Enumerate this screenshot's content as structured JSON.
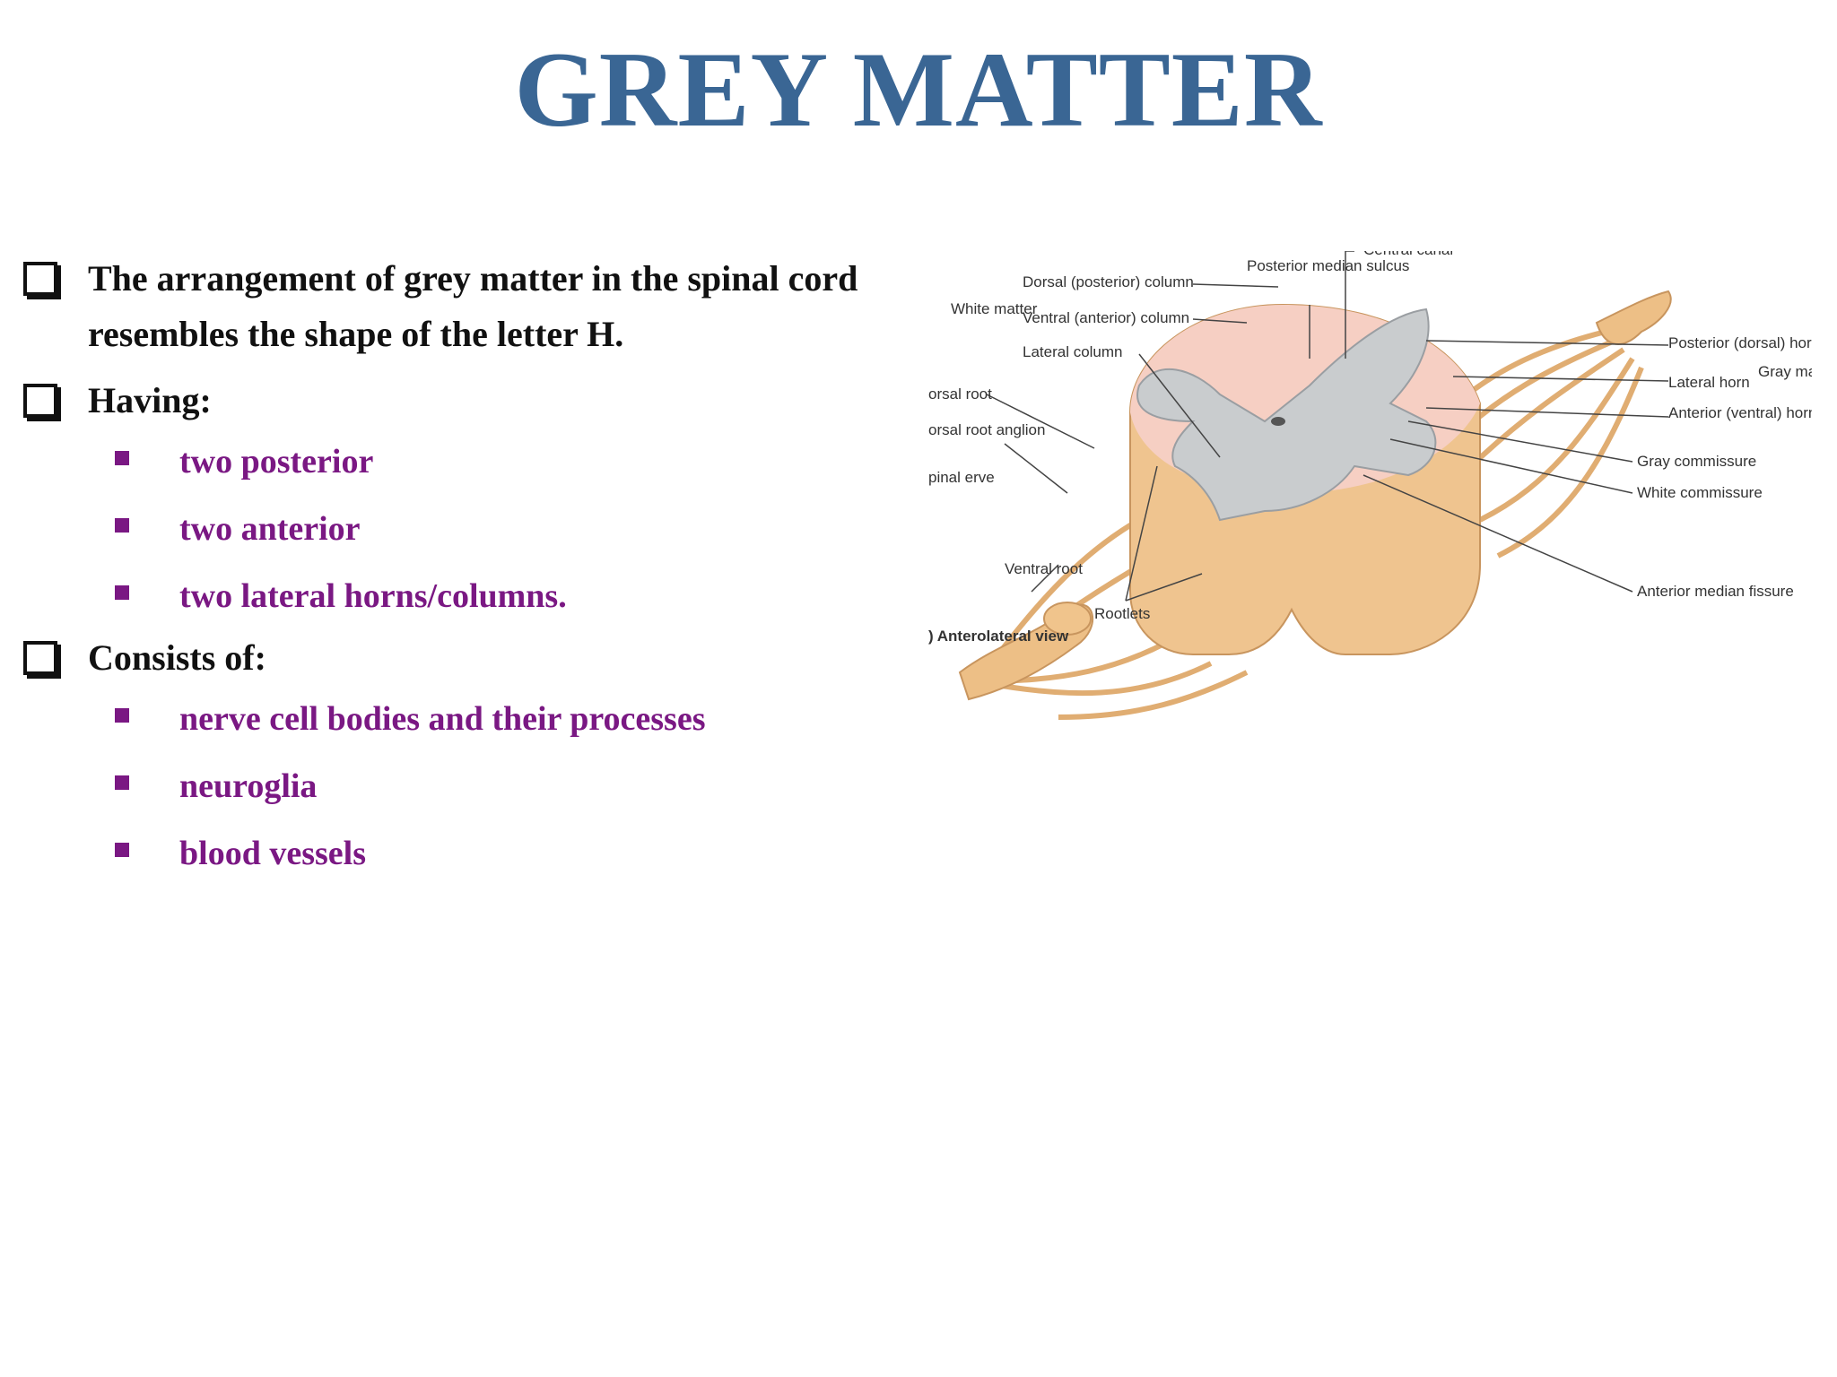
{
  "title": "GREY MATTER",
  "bullets": [
    {
      "text": "The arrangement of grey matter in the spinal cord resembles the shape of the letter H."
    },
    {
      "text": "Having:",
      "subitems": [
        "two posterior",
        "two anterior",
        "two lateral horns/columns."
      ]
    },
    {
      "text": "Consists of:",
      "subitems": [
        "nerve cell bodies and their processes",
        "neuroglia",
        "blood vessels"
      ]
    }
  ],
  "diagram": {
    "labels": {
      "posterior_median_sulcus": "Posterior median sulcus",
      "central_canal": "Central canal",
      "dorsal_column": "Dorsal (posterior) column",
      "ventral_column": "Ventral (anterior) column",
      "lateral_column": "Lateral column",
      "white_matter": "White matter",
      "dorsal_root": "orsal root",
      "dorsal_root_ganglion": "orsal root anglion",
      "spinal_nerve": "pinal erve",
      "ventral_root": "Ventral root",
      "rootlets": "Rootlets",
      "view": ") Anterolateral view",
      "posterior_horn": "Posterior (dorsal) horn",
      "lateral_horn": "Lateral horn",
      "anterior_horn": "Anterior (ventral) horn",
      "gray_matter": "Gray matt",
      "gray_commissure": "Gray commissure",
      "white_commissure": "White commissure",
      "anterior_median_fissure": "Anterior median fissure"
    },
    "colors": {
      "white_matter": "#f2c896",
      "gray_matter": "#c9ccce",
      "pink": "#f6cfc3"
    }
  }
}
